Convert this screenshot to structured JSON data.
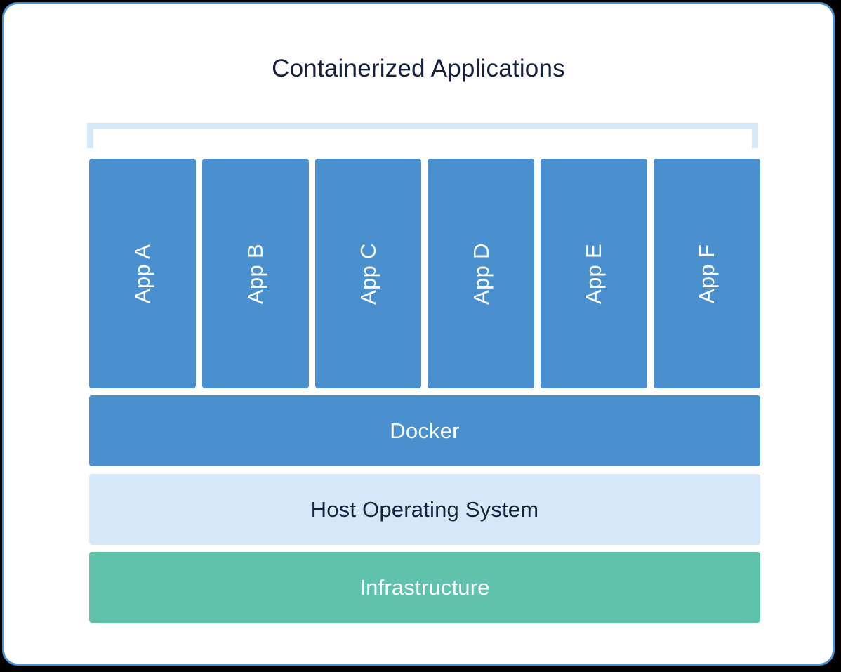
{
  "diagram": {
    "title": "Containerized Applications",
    "type": "layered-stack-diagram",
    "colors": {
      "card_border": "#4a90ce",
      "card_background": "#ffffff",
      "app_box": "#4a90ce",
      "docker_layer": "#4a90ce",
      "host_os_layer": "#d4e8f8",
      "infrastructure_layer": "#5fc3ab",
      "bracket": "#d4e8f8",
      "dark_text": "#16213e",
      "light_text": "#ffffff",
      "page_background": "#000000"
    }
  },
  "bracket": {
    "name": "containers-bracket"
  },
  "apps": [
    {
      "label": "App A"
    },
    {
      "label": "App B"
    },
    {
      "label": "App C"
    },
    {
      "label": "App D"
    },
    {
      "label": "App E"
    },
    {
      "label": "App F"
    }
  ],
  "layers": {
    "docker": {
      "label": "Docker"
    },
    "host_os": {
      "label": "Host Operating System"
    },
    "infrastructure": {
      "label": "Infrastructure"
    }
  }
}
